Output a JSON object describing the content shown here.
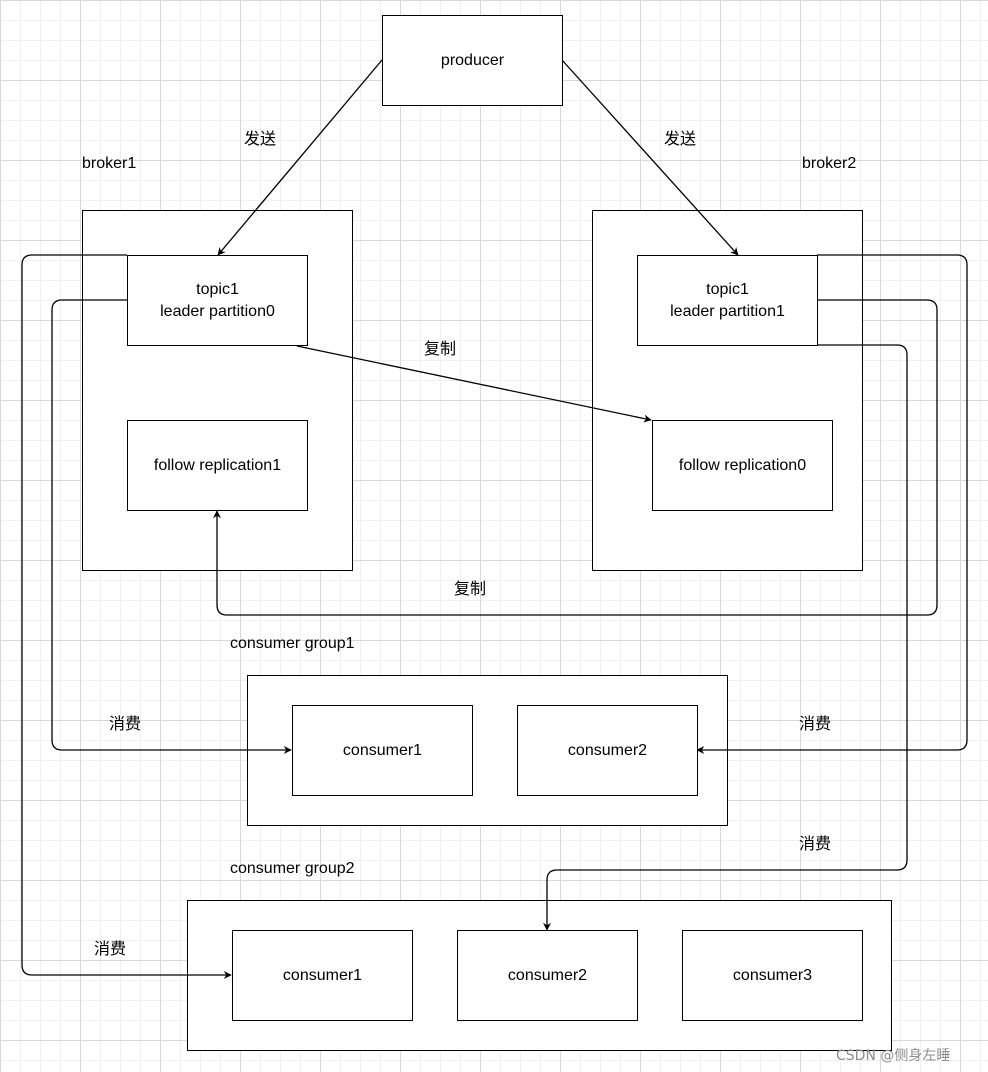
{
  "nodes": {
    "producer": "producer",
    "broker1_leader": [
      "topic1",
      "leader partition0"
    ],
    "broker1_follow": "follow replication1",
    "broker2_leader": [
      "topic1",
      "leader partition1"
    ],
    "broker2_follow": "follow replication0",
    "group1": [
      "consumer1",
      "consumer2"
    ],
    "group2": [
      "consumer1",
      "consumer2",
      "consumer3"
    ]
  },
  "labels": {
    "broker1": "broker1",
    "broker2": "broker2",
    "send": "发送",
    "replicate": "复制",
    "consume": "消费",
    "group1": "consumer group1",
    "group2": "consumer group2"
  },
  "watermark": "CSDN @侧身左睡"
}
